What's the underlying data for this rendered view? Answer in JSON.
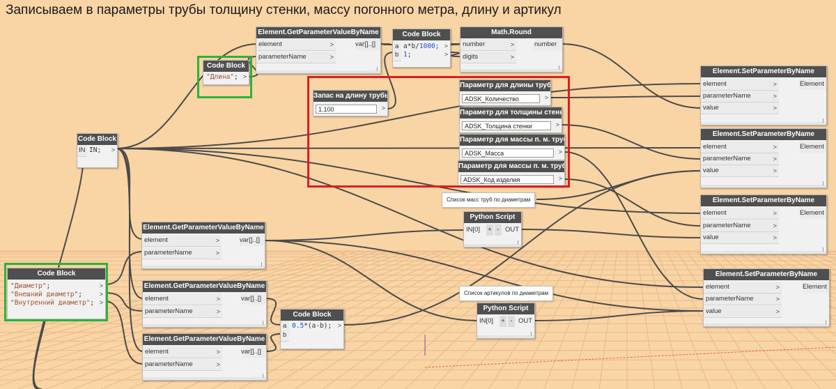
{
  "title": "Записываем в параметры трубы толщину стенки, массу погонного метра, длину и артикул",
  "colors": {
    "background": "#f9d4a4",
    "node_header": "#4f4f4f",
    "wire": "#4a4a4a",
    "red_frame": "#e01b1b",
    "green_frame": "#2bb33a"
  },
  "nodes": {
    "get_param_top": {
      "title": "Element.GetParameterValueByName",
      "in1": "element",
      "in2": "parameterName",
      "out": "var[]..[]"
    },
    "code_ab": {
      "title": "Code Block",
      "port_a": "a",
      "port_b": "b",
      "line1_pre": "a*b/",
      "line1_num": "1000",
      "line1_post": ";",
      "line2_num": "1",
      "line2_post": ";"
    },
    "math_round": {
      "title": "Math.Round",
      "in1": "number",
      "in2": "digits",
      "out": "number"
    },
    "code_dlina": {
      "title": "Code Block",
      "line1_str": "\"Длина\"",
      "line1_post": ";"
    },
    "code_in": {
      "title": "Code Block",
      "port": "IN",
      "code": "IN;"
    },
    "code_diam": {
      "title": "Code Block",
      "line1_str": "\"Диаметр\"",
      "line1_post": ";",
      "line2_str": "\"Внешний диаметр\"",
      "line2_post": ";",
      "line3_str": "\"Внутренний диаметр\"",
      "line3_post": ";"
    },
    "zapas": {
      "title": "Запас на длину трубы",
      "value": "1.100"
    },
    "param_dlina": {
      "title": "Параметр для длины трубы",
      "value": "ADSK_Количество"
    },
    "param_tolsh": {
      "title": "Параметр для толщины стенки",
      "value": "ADSK_Толщина стенки"
    },
    "param_massa": {
      "title": "Параметр для массы п. м. трубы",
      "value": "ADSK_Масса"
    },
    "param_kod": {
      "title": "Параметр для массы п. м. трубы",
      "value": "ADSK_Код изделия"
    },
    "note_massa": {
      "text": "Список масс труб по диаметрам"
    },
    "note_artikul": {
      "text": "Список артикулов по диаметрам"
    },
    "python1": {
      "title": "Python Script",
      "in": "IN[0]",
      "plus": "+",
      "minus": "-",
      "out": "OUT"
    },
    "python2": {
      "title": "Python Script",
      "in": "IN[0]",
      "plus": "+",
      "minus": "-",
      "out": "OUT"
    },
    "get_param_1": {
      "title": "Element.GetParameterValueByName",
      "in1": "element",
      "in2": "parameterName",
      "out": "var[]..[]"
    },
    "get_param_2": {
      "title": "Element.GetParameterValueByName",
      "in1": "element",
      "in2": "parameterName",
      "out": "var[]..[]"
    },
    "get_param_3": {
      "title": "Element.GetParameterValueByName",
      "in1": "element",
      "in2": "parameterName",
      "out": "var[]..[]"
    },
    "code_half": {
      "title": "Code Block",
      "port_a": "a",
      "port_b": "b",
      "code_num": "0.5",
      "code_post": "*(a-b);"
    },
    "set_param_1": {
      "title": "Element.SetParameterByName",
      "in1": "element",
      "in2": "parameterName",
      "in3": "value",
      "out": "Element"
    },
    "set_param_2": {
      "title": "Element.SetParameterByName",
      "in1": "element",
      "in2": "parameterName",
      "in3": "value",
      "out": "Element"
    },
    "set_param_3": {
      "title": "Element.SetParameterByName",
      "in1": "element",
      "in2": "parameterName",
      "in3": "value",
      "out": "Element"
    },
    "set_param_4": {
      "title": "Element.SetParameterByName",
      "in1": "element",
      "in2": "parameterName",
      "in3": "value",
      "out": "Element"
    }
  }
}
